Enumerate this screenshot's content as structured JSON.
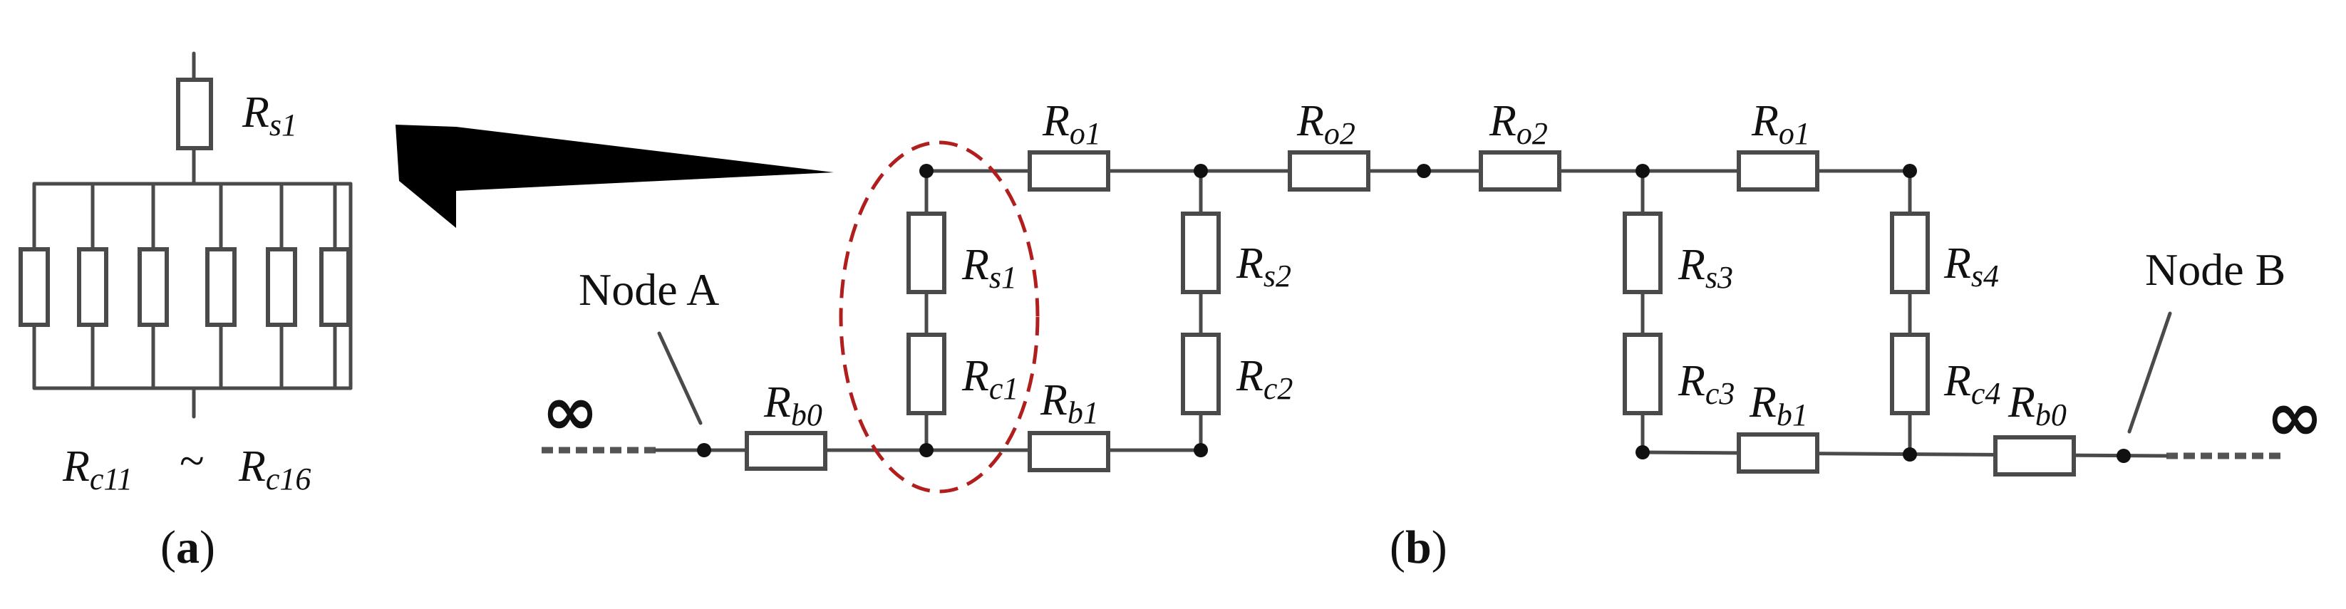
{
  "panel_a": {
    "caption_open": "(",
    "caption_letter": "a",
    "caption_close": ")",
    "top_resistor": {
      "name": "R",
      "sub": "s1"
    },
    "bottom_left": {
      "name": "R",
      "sub": "c11"
    },
    "range_symbol": "~",
    "bottom_right": {
      "name": "R",
      "sub": "c16"
    }
  },
  "panel_b": {
    "caption_open": "(",
    "caption_letter": "b",
    "caption_close": ")",
    "node_a": "Node A",
    "node_b": "Node B",
    "infinity": "∞",
    "resistors": {
      "rb0_left": {
        "name": "R",
        "sub": "b0"
      },
      "rs1": {
        "name": "R",
        "sub": "s1"
      },
      "rc1": {
        "name": "R",
        "sub": "c1"
      },
      "ro1_left": {
        "name": "R",
        "sub": "o1"
      },
      "rb1_left": {
        "name": "R",
        "sub": "b1"
      },
      "rs2": {
        "name": "R",
        "sub": "s2"
      },
      "rc2": {
        "name": "R",
        "sub": "c2"
      },
      "ro2_left": {
        "name": "R",
        "sub": "o2"
      },
      "ro2_right": {
        "name": "R",
        "sub": "o2"
      },
      "rs3": {
        "name": "R",
        "sub": "s3"
      },
      "rc3": {
        "name": "R",
        "sub": "c3"
      },
      "ro1_right": {
        "name": "R",
        "sub": "o1"
      },
      "rb1_right": {
        "name": "R",
        "sub": "b1"
      },
      "rs4": {
        "name": "R",
        "sub": "s4"
      },
      "rc4": {
        "name": "R",
        "sub": "c4"
      },
      "rb0_right": {
        "name": "R",
        "sub": "b0"
      }
    }
  },
  "colors": {
    "wire": "#4a4a4a",
    "highlight": "#b01e1e",
    "arrow": "#000000"
  }
}
